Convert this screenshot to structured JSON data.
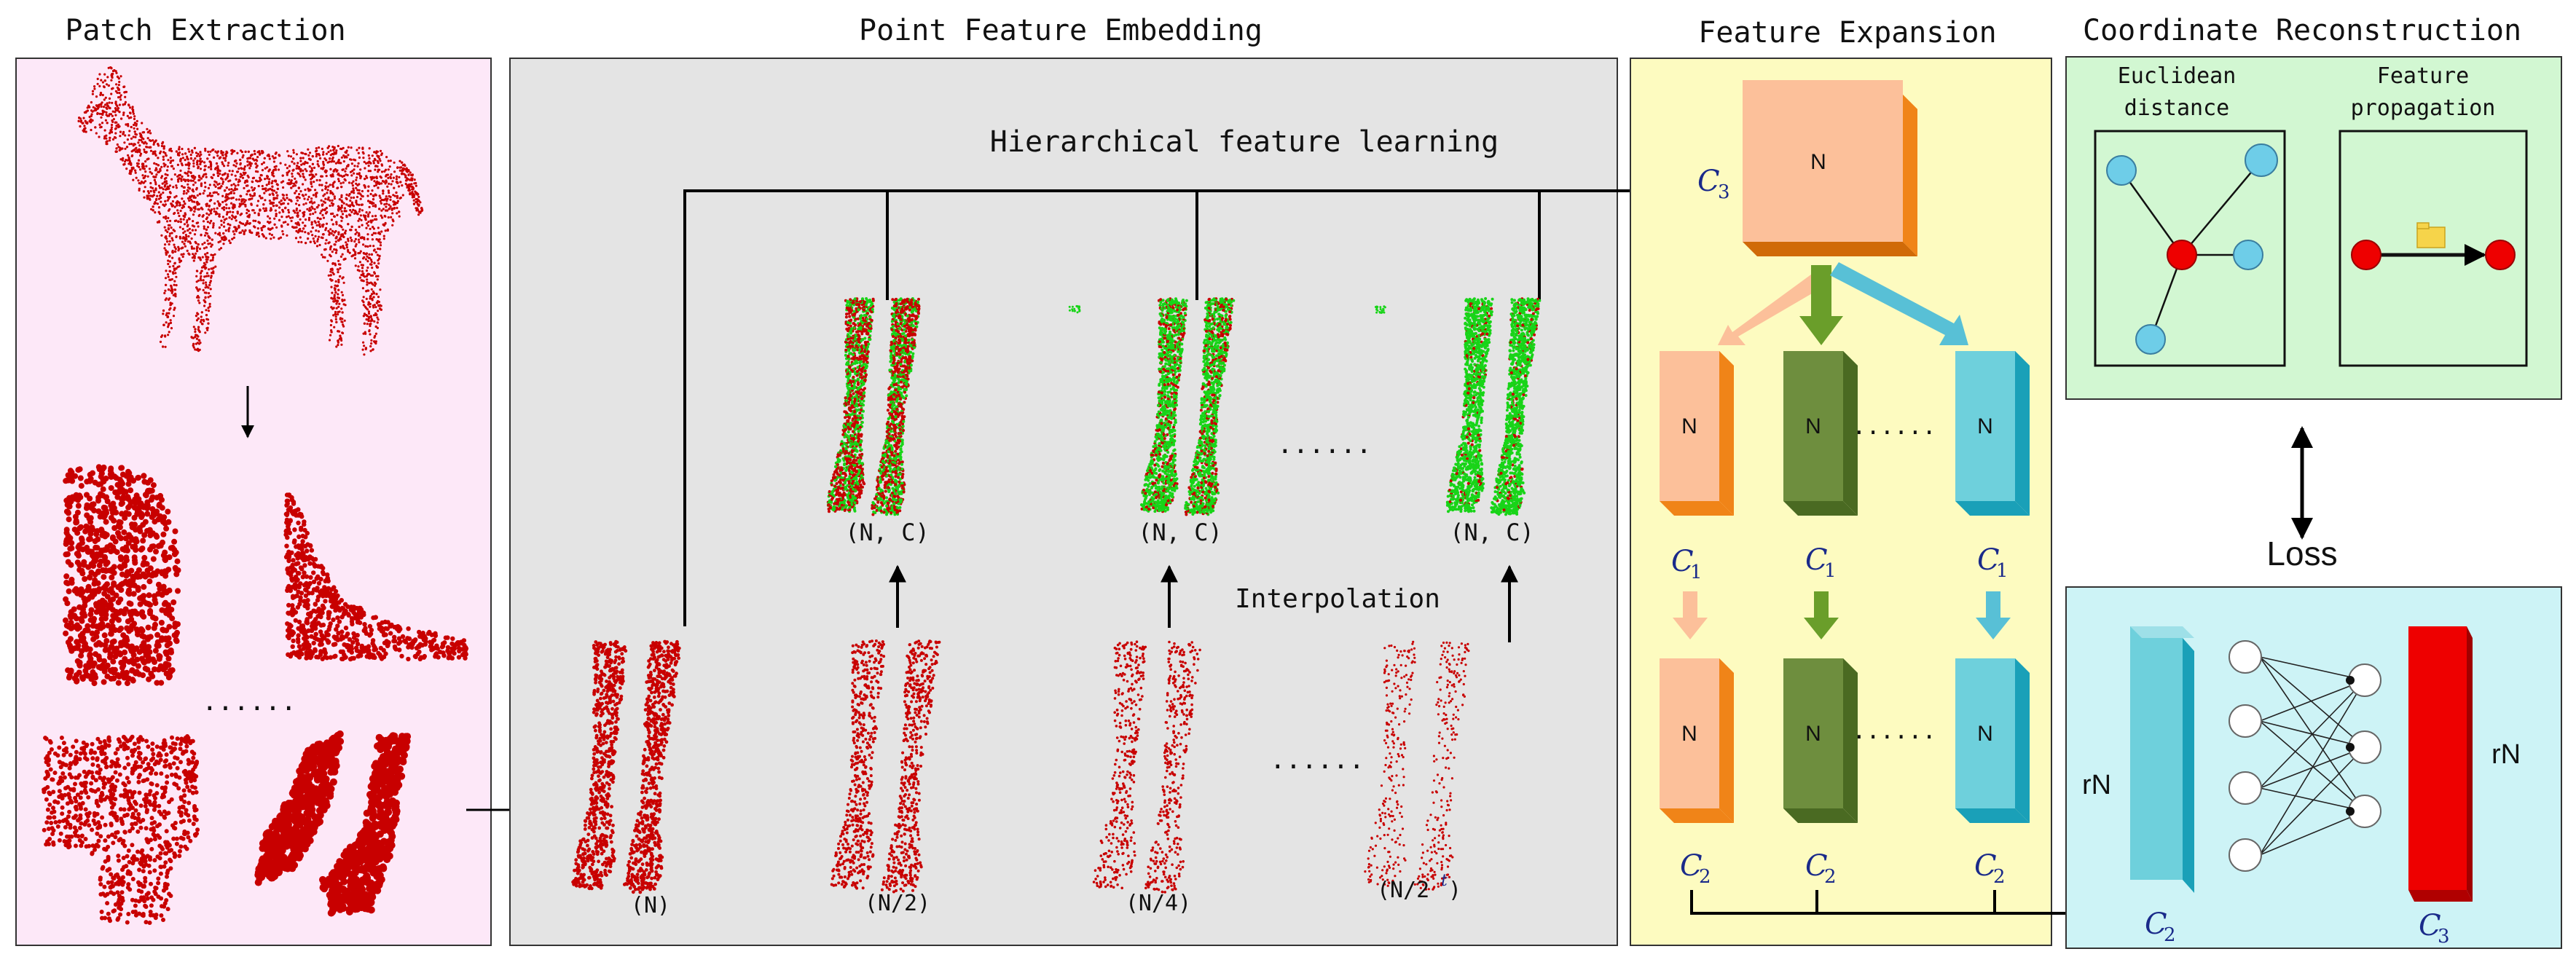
{
  "panels": {
    "patch_extraction": {
      "title": "Patch Extraction",
      "ellipsis": "......"
    },
    "point_feature_embedding": {
      "title": "Point Feature Embedding",
      "hier_label": "Hierarchical feature learning",
      "interp_label": "Interpolation",
      "feature_labels": [
        "(N, C)",
        "(N, C)",
        "(N, C)"
      ],
      "input_labels": [
        "(N)",
        "(N/2)",
        "(N/4)",
        "(N/2"
      ],
      "input_label_sup": "t",
      "input_label_close": ")",
      "top_ellipsis": "......",
      "bottom_ellipsis": "......"
    },
    "feature_expansion": {
      "title": "Feature Expansion",
      "top_label": "N",
      "top_sub_main": "C",
      "top_sub_index": "3",
      "block_label": "N",
      "c1_main": "C",
      "c1_index": "1",
      "c2_main": "C",
      "c2_index": "2",
      "ellipsis": "......"
    },
    "coordinate_reconstruction": {
      "title": "Coordinate Reconstruction",
      "euclid_label_1": "Euclidean",
      "euclid_label_2": "distance",
      "feature_label_1": "Feature",
      "feature_label_2": "propagation",
      "loss_label": "Loss",
      "rn_left": "rN",
      "rn_right": "rN",
      "c2_main": "C",
      "c2_index": "2",
      "c3_main": "C",
      "c3_index": "3"
    }
  },
  "colors": {
    "patch_bg": "#fde8f8",
    "embed_bg": "#e4e4e4",
    "expand_bg": "#fdfbc0",
    "recon_top_bg": "#d2f7d2",
    "recon_bottom_bg": "#cdf3f6",
    "points_red": "#c80000",
    "points_green": "#18d418",
    "peach": "#fcc09a",
    "orange": "#f08418",
    "olive": "#6e8e3e",
    "cyan": "#6ed0dc",
    "red_block": "#ee0000"
  }
}
